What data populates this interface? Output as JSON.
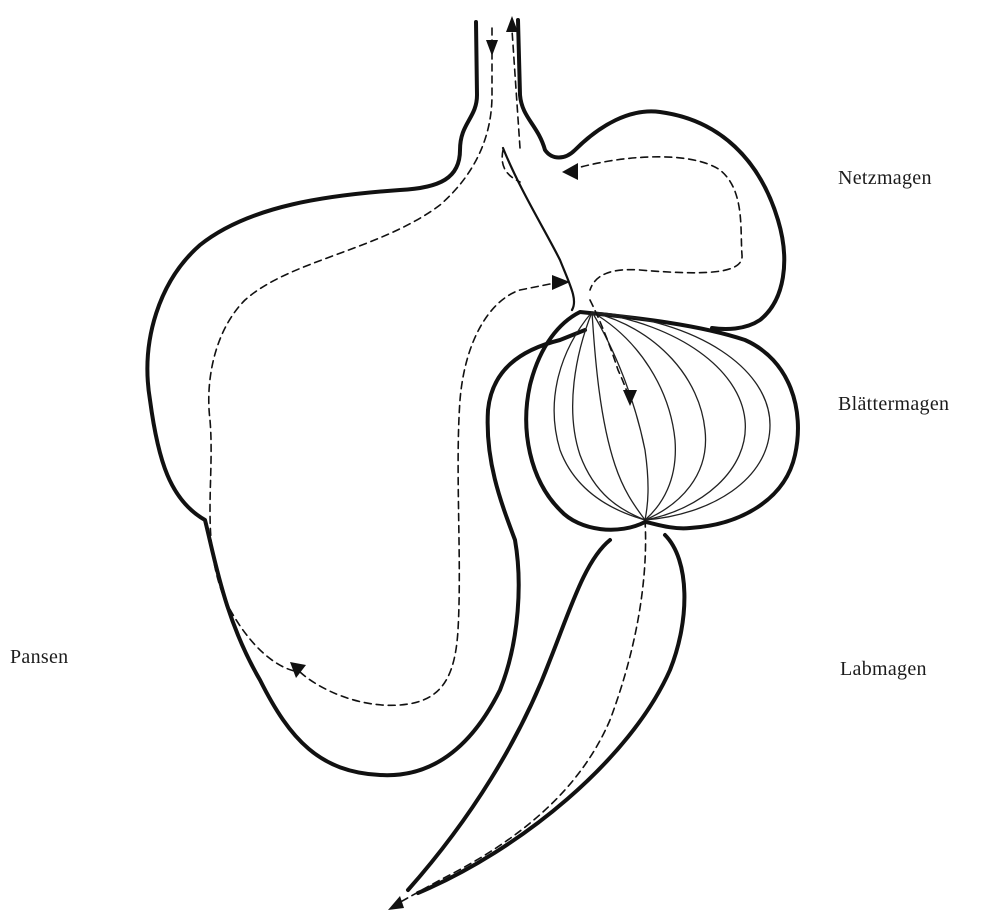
{
  "labels": {
    "netzmagen": "Netzmagen",
    "blaettermagen": "Blättermagen",
    "pansen": "Pansen",
    "labmagen": "Labmagen"
  },
  "colors": {
    "line": "#111111",
    "background": "#ffffff"
  }
}
